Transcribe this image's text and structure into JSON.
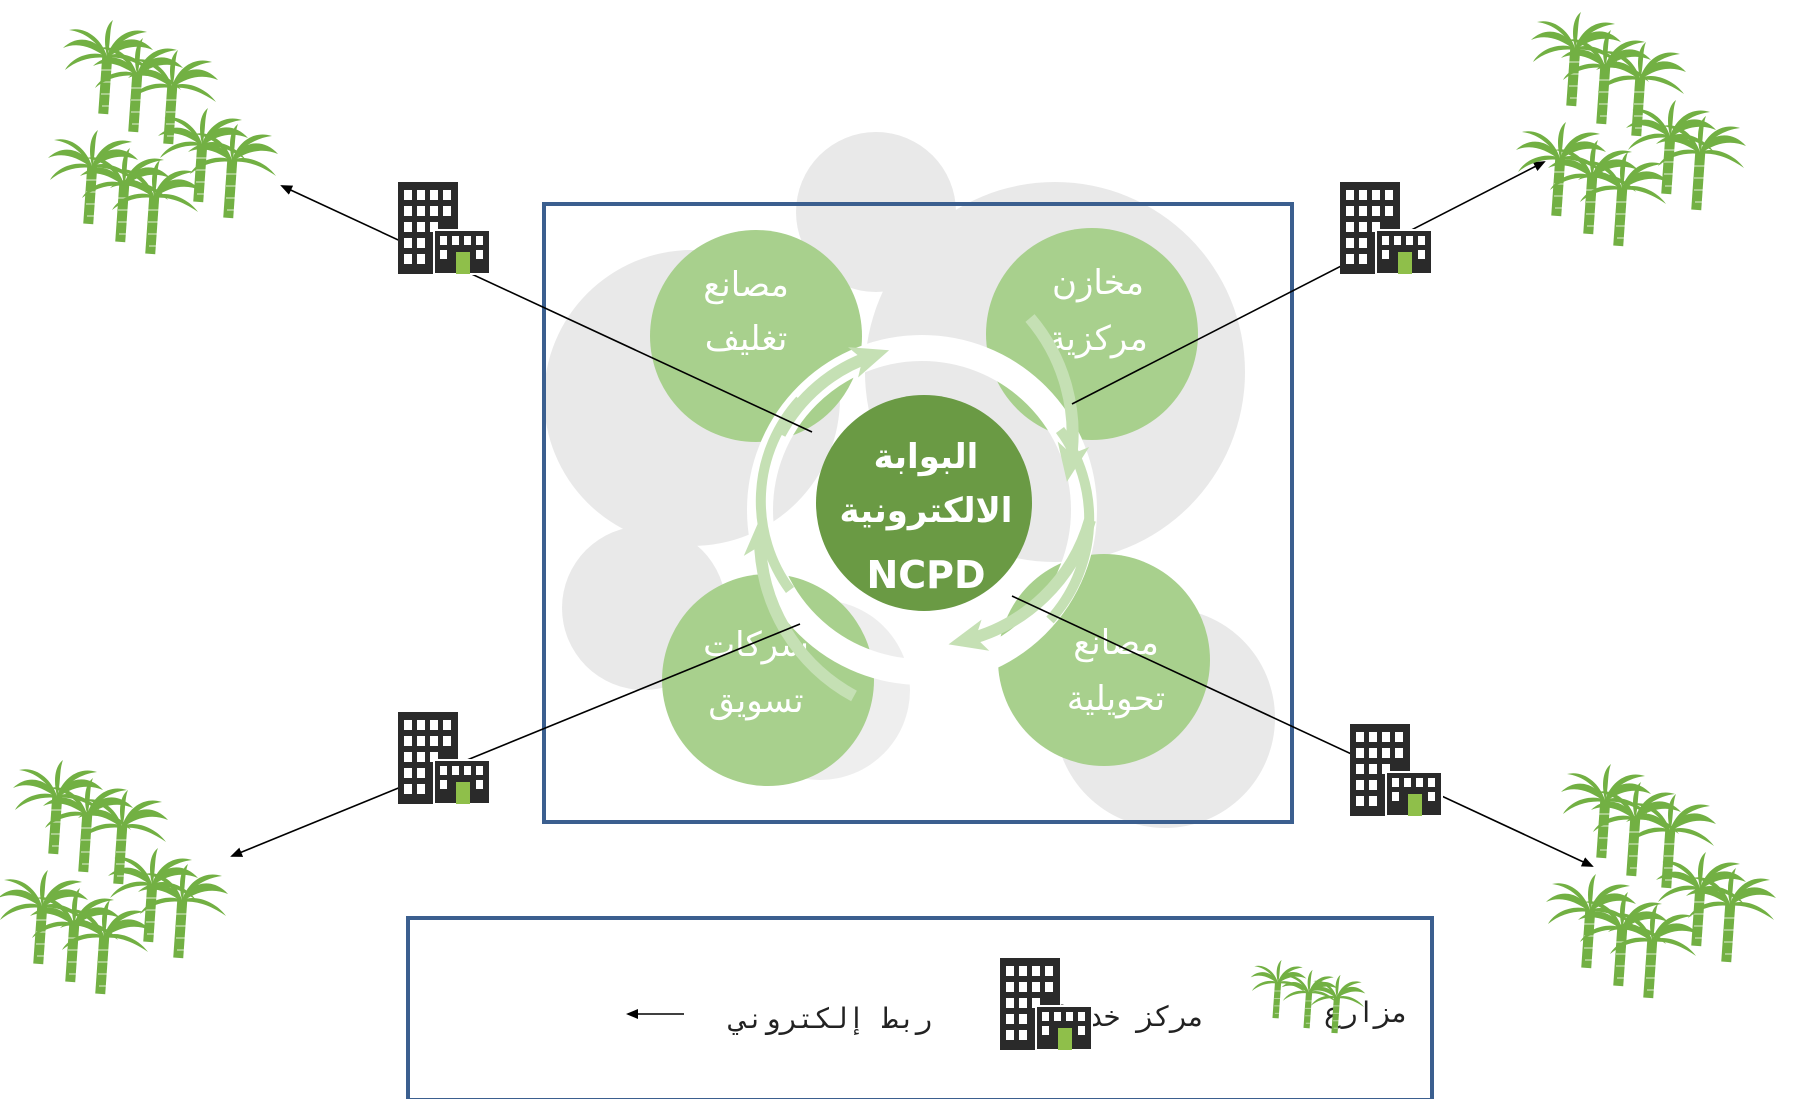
{
  "colors": {
    "frame": "#3b5f8f",
    "hub": "#6a9a44",
    "node": "#a8d08d",
    "arrow": "#c5e0b4",
    "bubble": "#e9e9e9",
    "palm": "#72b043",
    "building": "#2a2a2a",
    "door": "#8fbf4a"
  },
  "hub": {
    "line1": "البوابة",
    "line2": "الالكترونية",
    "line3": "NCPD"
  },
  "nodes": {
    "packaging": {
      "line1": "مصانع",
      "line2": "تغليف"
    },
    "warehouses": {
      "line1": "مخازن",
      "line2": "مركزية"
    },
    "processing": {
      "line1": "مصانع",
      "line2": "تحويلية"
    },
    "marketing": {
      "line1": "شركات",
      "line2": "تسويق"
    }
  },
  "legend": {
    "farms": "مزارع",
    "service_center": "مركز خدمات",
    "e_link": "ربط إلكتروني"
  },
  "icons": {
    "farm": "palm-tree-cluster-icon",
    "service_center": "building-icon",
    "link": "arrow-icon"
  }
}
